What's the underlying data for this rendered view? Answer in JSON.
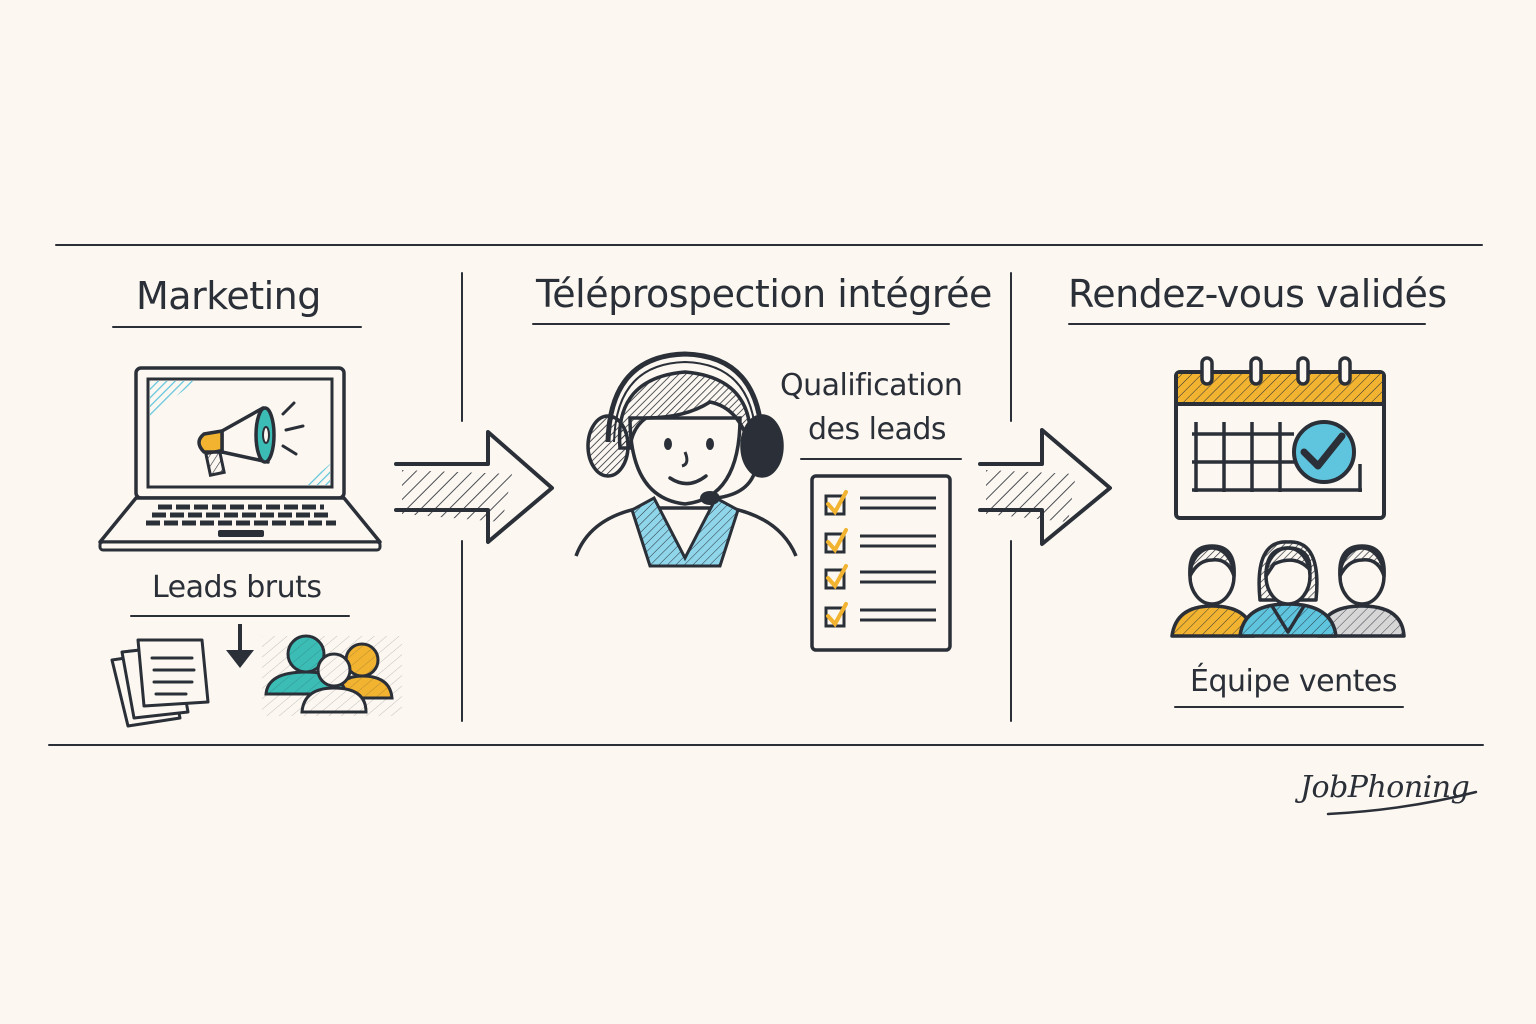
{
  "diagram": {
    "type": "process-flow",
    "background": "#fcf8f1",
    "ink_color": "#2a2f38",
    "accent_colors": {
      "teal": "#3bbdb5",
      "sky_blue": "#5fc4dd",
      "amber": "#f1b330",
      "gray": "#c9c9c9"
    },
    "stages": [
      {
        "title": "Marketing",
        "illustration": "laptop-megaphone-icon",
        "sub_label": "Leads bruts",
        "sub_illustrations": [
          "documents-stack-icon",
          "arrow-down-icon",
          "people-group-icon"
        ]
      },
      {
        "title": "Téléprospection intégrée",
        "illustration": "headset-agent-icon",
        "sub_label_line1": "Qualification",
        "sub_label_line2": "des leads",
        "sub_illustrations": [
          "checklist-icon"
        ],
        "checklist_items": 4
      },
      {
        "title": "Rendez-vous validés",
        "illustration": "calendar-check-icon",
        "sub_label": "Équipe ventes",
        "sub_illustrations": [
          "sales-team-icon"
        ]
      }
    ],
    "connectors": [
      "arrow-right-icon",
      "arrow-right-icon"
    ],
    "signature": "JobPhoning"
  }
}
